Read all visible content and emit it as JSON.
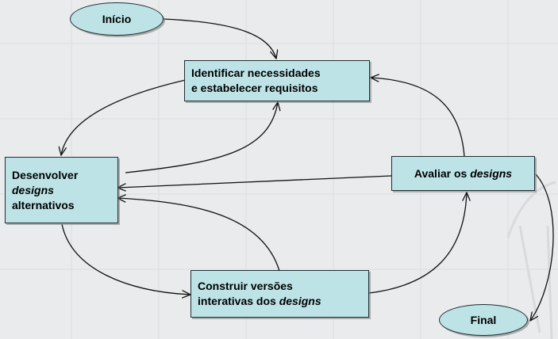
{
  "diagram": {
    "start_node": {
      "label": "Início"
    },
    "end_node": {
      "label": "Final"
    },
    "identify_node": {
      "line1": "Identificar necessidades",
      "line2": "e estabelecer requisitos"
    },
    "develop_node": {
      "line1": "Desenvolver",
      "line2_em": "designs",
      "line3": "alternativos"
    },
    "evaluate_node": {
      "text": "Avaliar os ",
      "text_em": "designs"
    },
    "build_node": {
      "line1": "Construir versões",
      "line2": "interativas dos ",
      "line2_em": "designs"
    },
    "colors": {
      "node_fill": "#bde3e6",
      "node_border": "#1f2f33",
      "arrow": "#111111",
      "background": "#e9ebec"
    }
  }
}
